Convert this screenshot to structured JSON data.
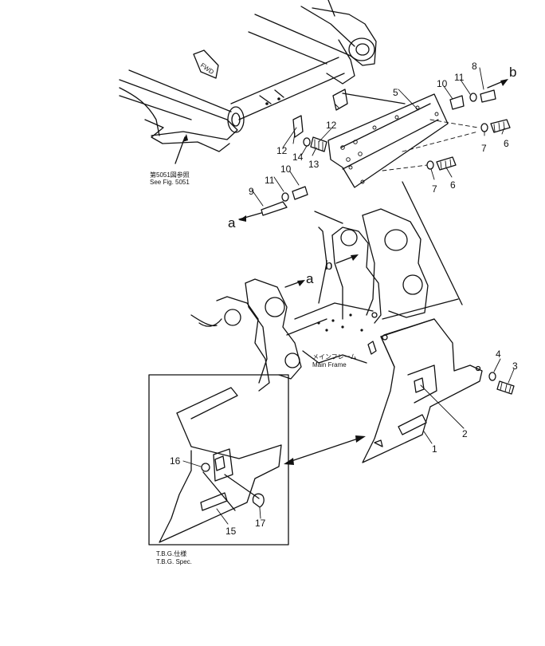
{
  "callouts": {
    "c1": "1",
    "c2": "2",
    "c3": "3",
    "c4": "4",
    "c5": "5",
    "c6a": "6",
    "c6b": "6",
    "c7a": "7",
    "c7b": "7",
    "c8": "8",
    "c9": "9",
    "c10a": "10",
    "c10b": "10",
    "c11a": "11",
    "c11b": "11",
    "c12a": "12",
    "c12b": "12",
    "c13": "13",
    "c14": "14",
    "c15": "15",
    "c16": "16",
    "c17": "17"
  },
  "arrow_labels": {
    "a_left": "a",
    "a_frame": "a",
    "b_right": "b",
    "b_frame": "b"
  },
  "notes": {
    "fig_ref_jp": "第5051図参照",
    "fig_ref_en": "See Fig. 5051",
    "fwd": "FWD",
    "main_frame_jp": "メインフレーム",
    "main_frame_en": "Main Frame",
    "tbg_jp": "T.B.G.仕様",
    "tbg_en": "T.B.G. Spec."
  }
}
